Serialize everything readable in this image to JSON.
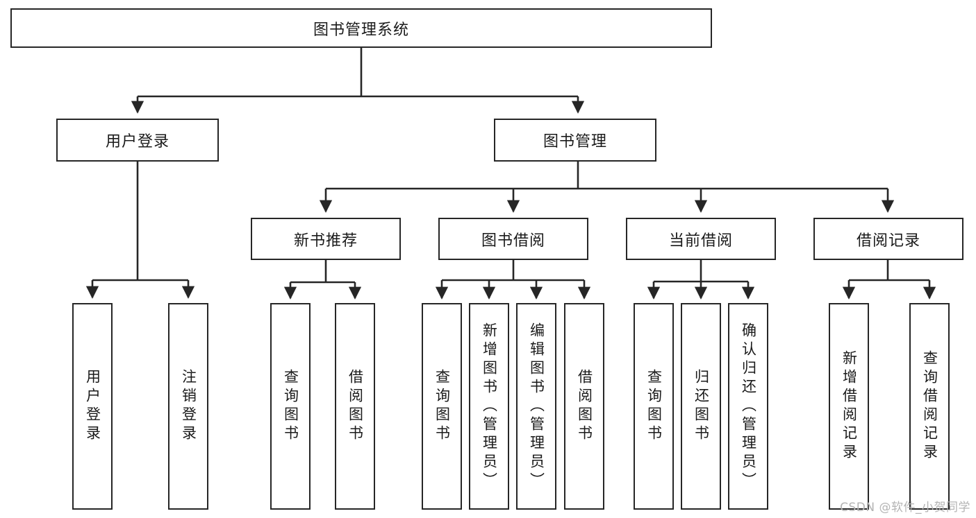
{
  "diagram": {
    "title": "图书管理系统",
    "type": "tree-hierarchy",
    "root": {
      "label": "图书管理系统"
    },
    "level2": [
      {
        "label": "用户登录"
      },
      {
        "label": "图书管理"
      }
    ],
    "level3": [
      {
        "label": "新书推荐"
      },
      {
        "label": "图书借阅"
      },
      {
        "label": "当前借阅"
      },
      {
        "label": "借阅记录"
      }
    ],
    "leaves": {
      "user_login": [
        {
          "label": "用户登录"
        },
        {
          "label": "注销登录"
        }
      ],
      "new_book_recommend": [
        {
          "label": "查询图书"
        },
        {
          "label": "借阅图书"
        }
      ],
      "book_borrow": [
        {
          "label": "查询图书"
        },
        {
          "label": "新增图书（管理员）"
        },
        {
          "label": "编辑图书（管理员）"
        },
        {
          "label": "借阅图书"
        }
      ],
      "current_borrow": [
        {
          "label": "查询图书"
        },
        {
          "label": "归还图书"
        },
        {
          "label": "确认归还（管理员）"
        }
      ],
      "borrow_record": [
        {
          "label": "新增借阅记录"
        },
        {
          "label": "查询借阅记录"
        }
      ]
    }
  },
  "watermark": {
    "text": "CSDN @软件_小贺同学"
  },
  "colors": {
    "stroke": "#262626",
    "background": "#ffffff",
    "text": "#1a1a1a",
    "watermark": "#b4b4b4"
  }
}
